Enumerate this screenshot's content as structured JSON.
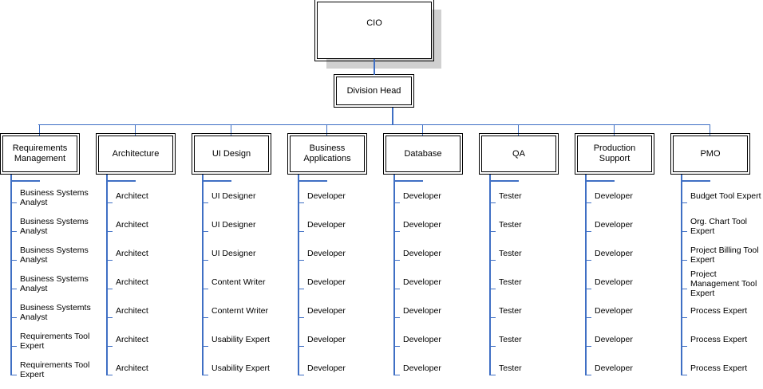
{
  "root": {
    "label": "CIO"
  },
  "head": {
    "label": "Division Head"
  },
  "departments": [
    {
      "label": "Requirements\nManagement",
      "roles": [
        "Business Systems\nAnalyst",
        "Business Systems\nAnalyst",
        "Business Systems\nAnalyst",
        "Business Systems\nAnalyst",
        "Business Systemts\nAnalyst",
        "Requirements Tool\nExpert",
        "Requirements Tool\nExpert"
      ]
    },
    {
      "label": "Architecture",
      "roles": [
        "Architect",
        "Architect",
        "Architect",
        "Architect",
        "Architect",
        "Architect",
        "Architect"
      ]
    },
    {
      "label": "UI Design",
      "roles": [
        "UI Designer",
        "UI Designer",
        "UI Designer",
        "Content Writer",
        "Conternt Writer",
        "Usability Expert",
        "Usability Expert"
      ]
    },
    {
      "label": "Business\nApplications",
      "roles": [
        "Developer",
        "Developer",
        "Developer",
        "Developer",
        "Developer",
        "Developer",
        "Developer"
      ]
    },
    {
      "label": "Database",
      "roles": [
        "Developer",
        "Developer",
        "Developer",
        "Developer",
        "Developer",
        "Developer",
        "Developer"
      ]
    },
    {
      "label": "QA",
      "roles": [
        "Tester",
        "Tester",
        "Tester",
        "Tester",
        "Tester",
        "Tester",
        "Tester"
      ]
    },
    {
      "label": "Production\nSupport",
      "roles": [
        "Developer",
        "Developer",
        "Developer",
        "Developer",
        "Developer",
        "Developer",
        "Developer"
      ]
    },
    {
      "label": "PMO",
      "roles": [
        "Budget Tool Expert",
        "Org. Chart Tool\nExpert",
        "Project Billing Tool\nExpert",
        "Project\nManagement Tool\nExpert",
        "Process Expert",
        "Process Expert",
        "Process Expert"
      ]
    }
  ],
  "colors": {
    "connector": "#3f6fc4",
    "shadow": "#d0d0d0",
    "border": "#000000"
  }
}
